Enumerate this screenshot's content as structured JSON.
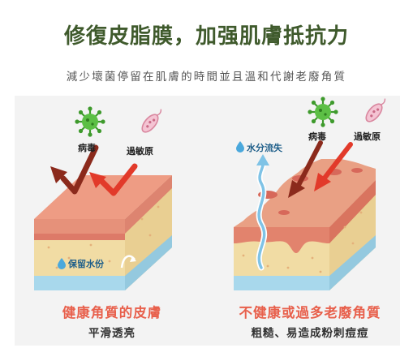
{
  "header": {
    "title": "修復皮脂膜，加强肌膚抵抗力",
    "subtitle": "減少壞菌停留在肌膚的時間並且溫和代謝老廢角質"
  },
  "left": {
    "virus_label": "病毒",
    "allergen_label": "過敏原",
    "water_label": "保留水份",
    "caption": "健康角質的皮膚",
    "sub_caption": "平滑透亮"
  },
  "right": {
    "virus_label": "病毒",
    "allergen_label": "過敏原",
    "water_label": "水分流失",
    "caption": "不健康或過多老廢角質",
    "sub_caption": "粗糙、易造成粉刺痘痘"
  },
  "colors": {
    "title_green": "#3f5a2c",
    "accent_red": "#e8604c",
    "virus_green": "#4caf3a",
    "allergen_pink": "#e9a0b6",
    "water_blue": "#6ab7e0"
  }
}
